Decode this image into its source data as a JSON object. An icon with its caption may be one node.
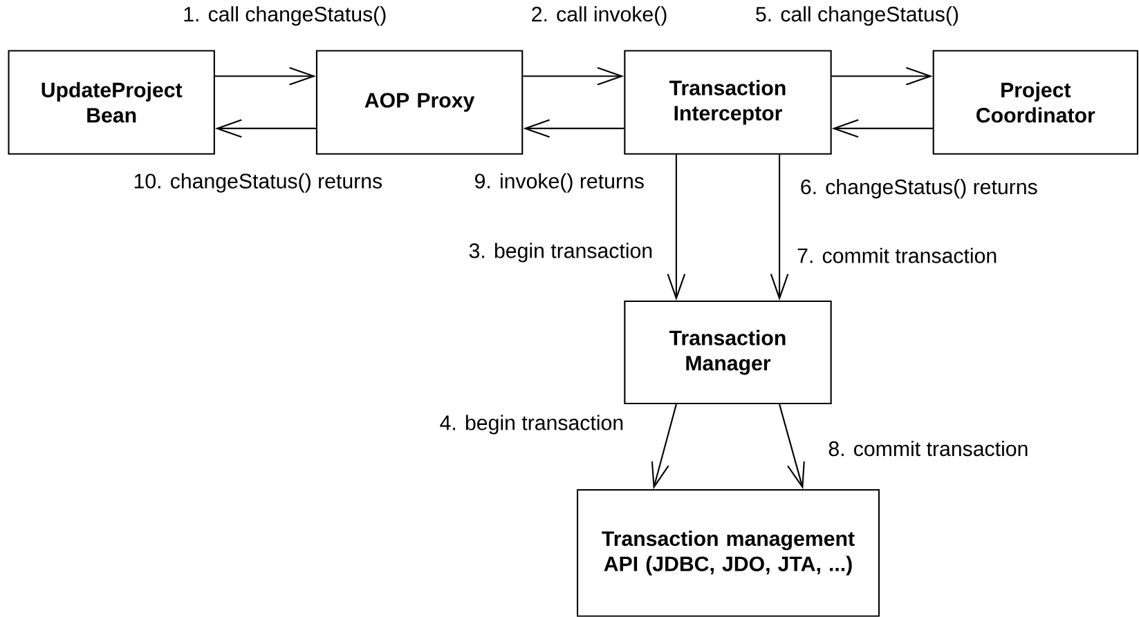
{
  "diagram": {
    "nodes": [
      {
        "text": [
          "UpdateProject Bean"
        ]
      },
      {
        "text": [
          "AOP Proxy"
        ]
      },
      {
        "text": [
          "Transaction Interceptor"
        ]
      },
      {
        "text": [
          "Project Coordinator"
        ]
      },
      {
        "text": [
          "Transaction Manager"
        ]
      },
      {
        "text": [
          "Transaction management API (JDBC, JDO, JTA, ...)"
        ]
      }
    ],
    "edges": [
      {
        "from": 0,
        "to": 1,
        "arrow": "to",
        "label": "1. call changeStatus()"
      },
      {
        "from": 1,
        "to": 2,
        "arrow": "to",
        "label": "2. call invoke()"
      },
      {
        "from": 2,
        "to": 3,
        "arrow": "to",
        "label": "5. call changeStatus()"
      },
      {
        "from": 3,
        "to": 2,
        "arrow": "to",
        "label": "6. changeStatus() returns"
      },
      {
        "from": 2,
        "to": 1,
        "arrow": "to",
        "label": "9. invoke() returns"
      },
      {
        "from": 1,
        "to": 0,
        "arrow": "to",
        "label": "10. changeStatus() returns"
      },
      {
        "from": 2,
        "to": 4,
        "arrow": "to",
        "label": "3. begin transaction"
      },
      {
        "from": 2,
        "to": 4,
        "arrow": "to",
        "label": "7. commit transaction"
      },
      {
        "from": 4,
        "to": 5,
        "arrow": "to",
        "label": "4. begin transaction"
      },
      {
        "from": 4,
        "to": 5,
        "arrow": "to",
        "label": "8. commit transaction"
      }
    ]
  }
}
